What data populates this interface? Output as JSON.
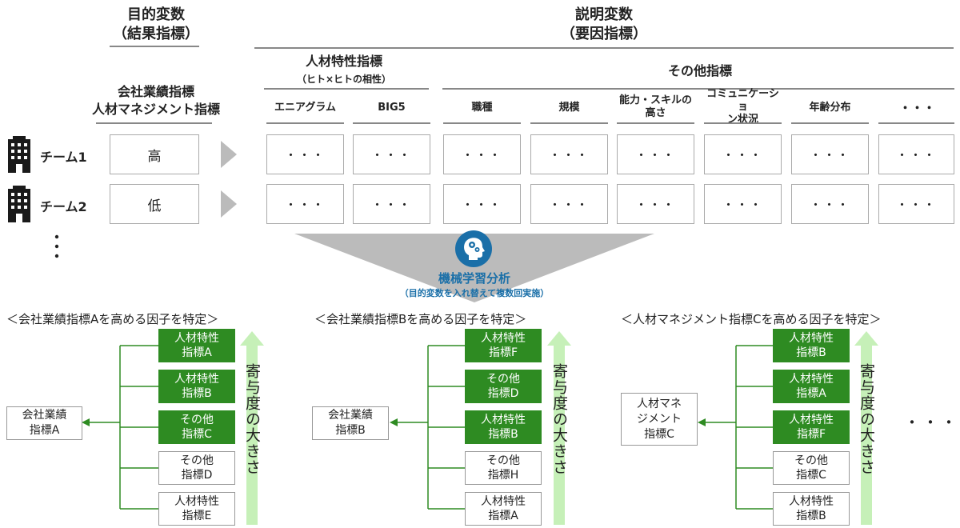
{
  "header": {
    "objective_title": "目的変数",
    "objective_sub": "（結果指標）",
    "explanatory_title": "説明変数",
    "explanatory_sub": "（要因指標）",
    "talent_title": "人材特性指標",
    "talent_sub": "（ヒト×ヒトの相性）",
    "other_title": "その他指標",
    "outcome_label_line1": "会社業績指標",
    "outcome_label_line2": "人材マネジメント指標"
  },
  "columns": [
    {
      "line1": "エニアグラム",
      "line2": ""
    },
    {
      "line1": "BIG5",
      "line2": ""
    },
    {
      "line1": "職種",
      "line2": ""
    },
    {
      "line1": "規模",
      "line2": ""
    },
    {
      "line1": "能力・スキルの",
      "line2": "高さ"
    },
    {
      "line1": "コミュニケーショ",
      "line2": "ン状況"
    },
    {
      "line1": "年齢分布",
      "line2": ""
    },
    {
      "line1": "・・・",
      "line2": ""
    }
  ],
  "teams": [
    {
      "name": "チーム1",
      "value": "高",
      "cell": "・・・"
    },
    {
      "name": "チーム2",
      "value": "低",
      "cell": "・・・"
    }
  ],
  "more_rows": "・\n・\n・",
  "ml": {
    "title": "機械学習分析",
    "sub": "（目的変数を入れ替えて複数回実施）"
  },
  "panels": [
    {
      "title": "＜会社業績指標Aを高める因子を特定＞",
      "target": [
        "会社業績",
        "指標A"
      ],
      "factors": [
        {
          "l1": "人材特性",
          "l2": "指標A",
          "green": true
        },
        {
          "l1": "人材特性",
          "l2": "指標B",
          "green": true
        },
        {
          "l1": "その他",
          "l2": "指標C",
          "green": true
        },
        {
          "l1": "その他",
          "l2": "指標D",
          "green": false
        },
        {
          "l1": "人材特性",
          "l2": "指標E",
          "green": false
        }
      ],
      "contrib": "寄与度の大きさ"
    },
    {
      "title": "＜会社業績指標Bを高める因子を特定＞",
      "target": [
        "会社業績",
        "指標B"
      ],
      "factors": [
        {
          "l1": "人材特性",
          "l2": "指標F",
          "green": true
        },
        {
          "l1": "その他",
          "l2": "指標D",
          "green": true
        },
        {
          "l1": "人材特性",
          "l2": "指標B",
          "green": true
        },
        {
          "l1": "その他",
          "l2": "指標H",
          "green": false
        },
        {
          "l1": "人材特性",
          "l2": "指標A",
          "green": false
        }
      ],
      "contrib": "寄与度の大きさ"
    },
    {
      "title": "＜人材マネジメント指標Cを高める因子を特定＞",
      "target": [
        "人材マネ",
        "ジメント",
        "指標C"
      ],
      "factors": [
        {
          "l1": "人材特性",
          "l2": "指標B",
          "green": true
        },
        {
          "l1": "人材特性",
          "l2": "指標A",
          "green": true
        },
        {
          "l1": "人材特性",
          "l2": "指標F",
          "green": true
        },
        {
          "l1": "その他",
          "l2": "指標C",
          "green": false
        },
        {
          "l1": "人材特性",
          "l2": "指標B",
          "green": false
        }
      ],
      "contrib": "寄与度の大きさ"
    }
  ],
  "trailing_dots": "・・・",
  "colors": {
    "green": "#2e8b22",
    "arrow_green": "#c6f0b8",
    "ml_blue": "#1a6fa8",
    "triangle_gray": "#bbbbbb"
  },
  "icons": [
    "building-icon",
    "head-gears-icon",
    "arrow-left-icon",
    "arrow-up-icon"
  ]
}
